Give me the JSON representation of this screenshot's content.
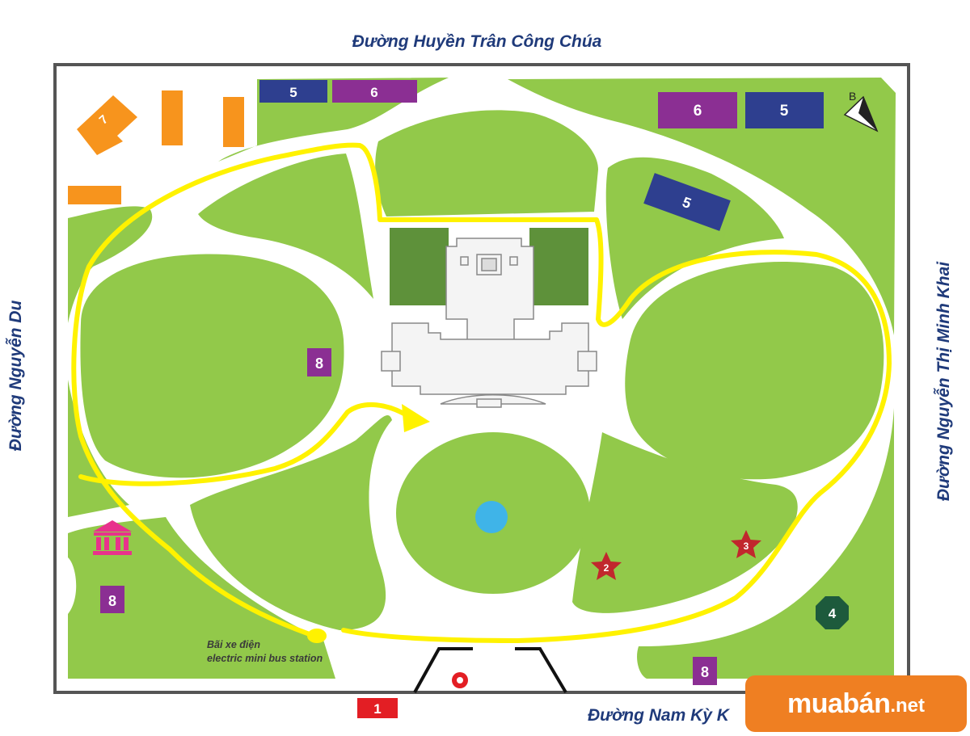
{
  "streets": {
    "top": "Đường Huyền Trân Công Chúa",
    "left": "Đường Nguyễn Du",
    "right": "Đường Nguyễn Thị Minh Khai",
    "bottom": "Đường  Nam Kỳ K"
  },
  "compass": {
    "label": "B"
  },
  "markers": {
    "m1": "1",
    "star2": "2",
    "star3": "3",
    "octagon4": "4",
    "m5_top": "5",
    "m5_right": "5",
    "m5_tilted": "5",
    "m6_top": "6",
    "m6_right": "6",
    "m7": "7",
    "m8_left": "8",
    "m8_bottom_left": "8",
    "m8_bottom_right": "8"
  },
  "bus_station": {
    "line1": "Bãi xe điện",
    "line2": "electric mini bus station"
  },
  "brand": {
    "name": "muabán",
    "suffix": ".net"
  },
  "colors": {
    "lawn": "#92c94a",
    "dark_lawn": "#5e913a",
    "path": "#ffffff",
    "tour_route": "#fff200",
    "marker_blue": "#2e3f8f",
    "marker_purple": "#8b2f93",
    "marker_orange": "#f7941d",
    "marker_red": "#e31e24",
    "star_red": "#c1272d",
    "octagon_green": "#1d5a3c",
    "museum_pink": "#e8328c",
    "fountain": "#3fb4e8",
    "street_text": "#1f3a7a",
    "brand_orange": "#ef7f22"
  }
}
